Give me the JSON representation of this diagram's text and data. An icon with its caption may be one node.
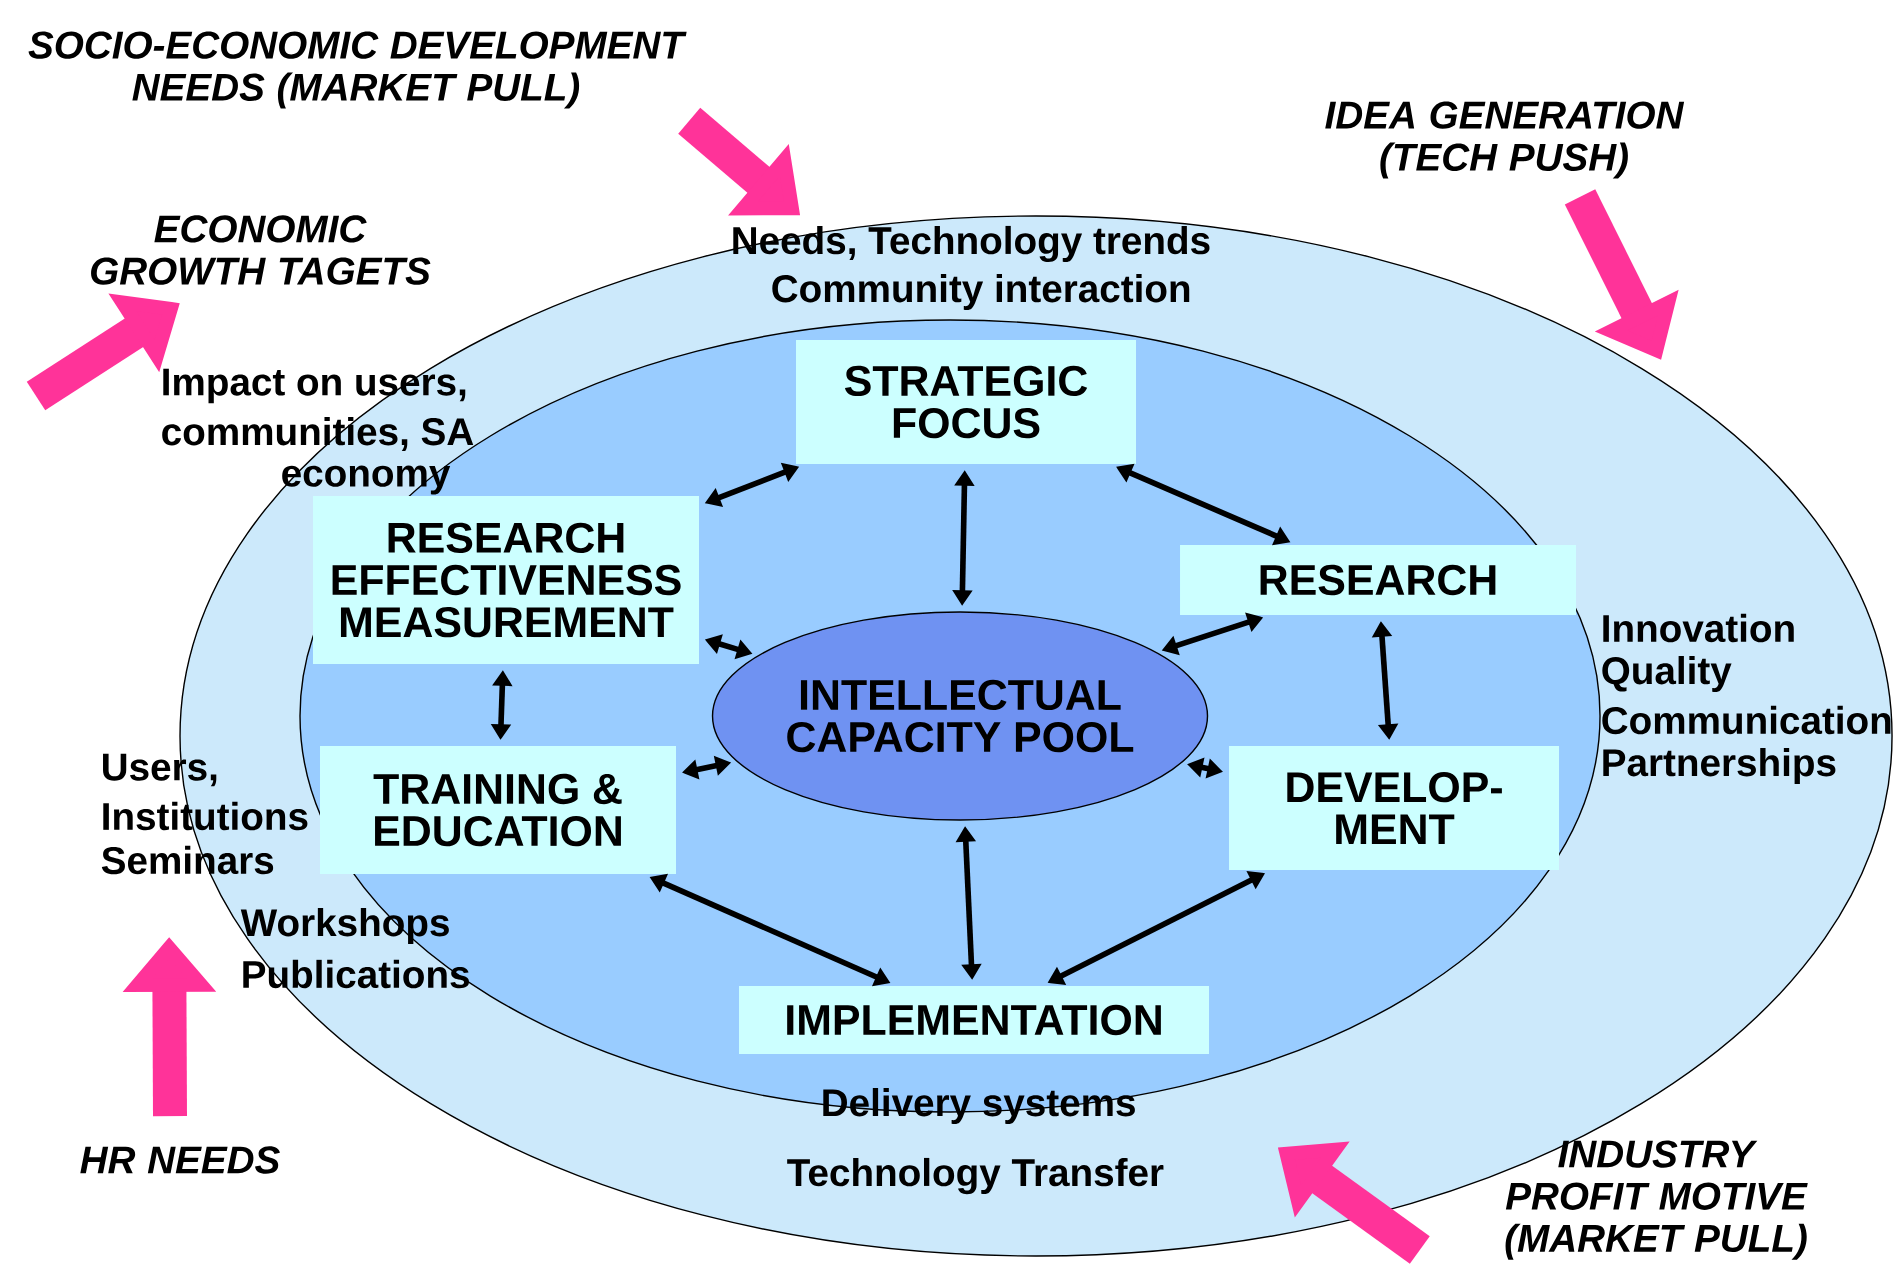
{
  "diagram": {
    "nodes": [
      {
        "text": [
          "SOCIO-ECONOMIC DEVELOPMENT NEEDS (MARKET PULL)"
        ]
      },
      {
        "text": [
          "IDEA GENERATION (TECH PUSH)"
        ]
      },
      {
        "text": [
          "ECONOMIC GROWTH TAGETS"
        ]
      },
      {
        "text": [],
        "shape": "ellipse"
      },
      {
        "text": [],
        "shape": "ellipse",
        "in": 3
      },
      {
        "text": [
          "STRATEGIC FOCUS"
        ],
        "in": 4
      },
      {
        "text": [
          "RESEARCH EFFECTIVENESS MEASUREMENT"
        ],
        "in": 4
      },
      {
        "text": [
          "RESEARCH"
        ],
        "in": 4
      },
      {
        "text": [
          "INTELLECTUAL CAPACITY POOL"
        ],
        "in": 4
      },
      {
        "text": [
          "TRAINING & EDUCATION"
        ],
        "in": 4
      },
      {
        "text": [
          "DEVELOP- MENT"
        ],
        "in": 4
      },
      {
        "text": [
          "IMPLEMENTATION"
        ],
        "in": 4
      },
      {
        "text": [
          "HR NEEDS"
        ]
      },
      {
        "text": [
          "INDUSTRY PROFIT MOTIVE (MARKET PULL)"
        ]
      }
    ],
    "edges": [
      {
        "from": 5,
        "to": 8,
        "arrow": "both"
      },
      {
        "from": 5,
        "to": 6,
        "arrow": "both"
      },
      {
        "from": 5,
        "to": 7,
        "arrow": "both"
      },
      {
        "from": 6,
        "to": 8,
        "arrow": "both"
      },
      {
        "from": 6,
        "to": 9,
        "arrow": "both"
      },
      {
        "from": 7,
        "to": 8,
        "arrow": "both"
      },
      {
        "from": 7,
        "to": 10,
        "arrow": "both"
      },
      {
        "from": 8,
        "to": 9,
        "arrow": "both"
      },
      {
        "from": 8,
        "to": 10,
        "arrow": "both"
      },
      {
        "from": 8,
        "to": 11,
        "arrow": "both"
      },
      {
        "from": 9,
        "to": 11,
        "arrow": "both"
      },
      {
        "from": 10,
        "to": 11,
        "arrow": "both"
      },
      {
        "from": 0,
        "to": 3,
        "arrow": "to",
        "style": "thick",
        "color": "#ff3399"
      },
      {
        "from": 1,
        "to": 3,
        "arrow": "to",
        "style": "thick",
        "color": "#ff3399"
      },
      {
        "from": null,
        "to": 2,
        "arrow": "to",
        "style": "thick",
        "color": "#ff3399"
      },
      {
        "from": 12,
        "to": 3,
        "arrow": "to",
        "style": "thick",
        "color": "#ff3399"
      },
      {
        "from": 13,
        "to": 3,
        "arrow": "to",
        "style": "thick",
        "color": "#ff3399"
      }
    ],
    "labels": [
      "Needs, Technology trends",
      "Community interaction",
      "Impact on users,",
      "communities, SA",
      "economy",
      "Innovation",
      "Quality",
      "Communication",
      "Partnerships",
      "Users,",
      "Institutions",
      "Seminars",
      "Workshops",
      "Publications",
      "Delivery systems",
      "Technology Transfer"
    ]
  }
}
